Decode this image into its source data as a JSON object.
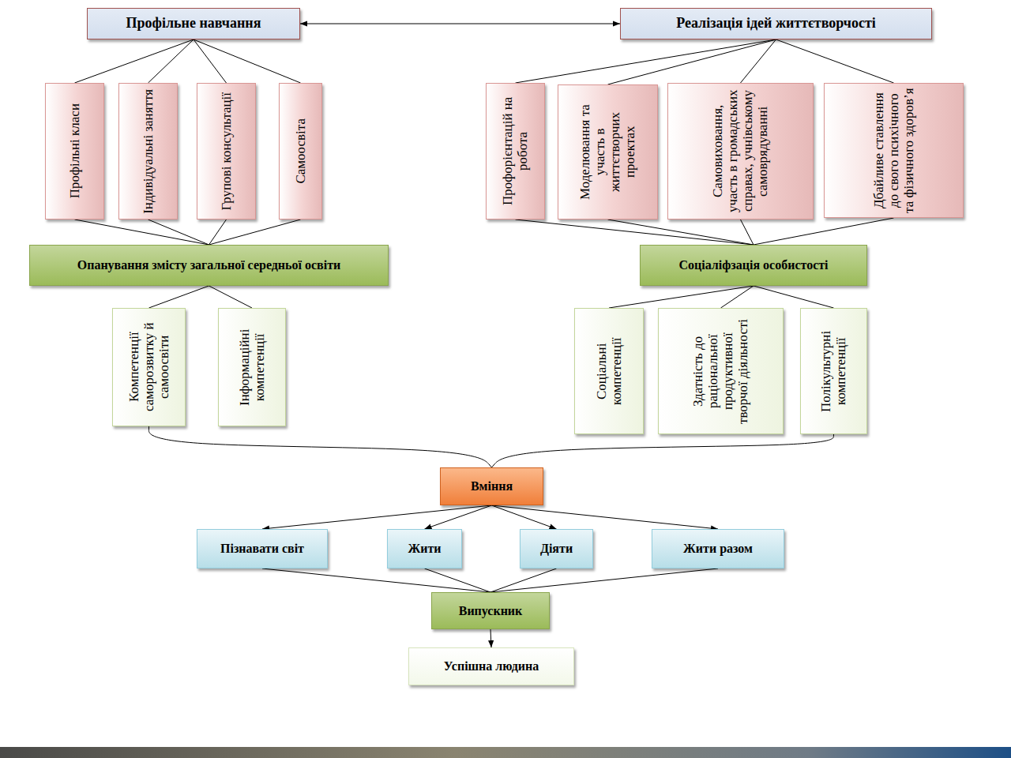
{
  "diagram": {
    "nodes": [
      {
        "text": [
          "Профільне навчання"
        ]
      },
      {
        "text": [
          "Реалізація ідей життєтворчості"
        ]
      },
      {
        "text": [
          "Профільні класи"
        ]
      },
      {
        "text": [
          "Індивідуальні заняття"
        ]
      },
      {
        "text": [
          "Групові консультації"
        ]
      },
      {
        "text": [
          "Самоосвіта"
        ]
      },
      {
        "text": [
          "Профорієнтацій на робота"
        ]
      },
      {
        "text": [
          "Моделювання та участь в життєтворчих проектах"
        ]
      },
      {
        "text": [
          "Самовиховання, участь в громадських справах, учнівському самоврядуванні"
        ]
      },
      {
        "text": [
          "Дбайливе ставлення до свого психічного та фізичного здоров’я"
        ]
      },
      {
        "text": [
          "Опанування змісту загальної середньої освіти"
        ]
      },
      {
        "text": [
          "Соціаліфзація особистості"
        ]
      },
      {
        "text": [
          "Компетенції саморозвитку й самоосвіти"
        ]
      },
      {
        "text": [
          "Інформаційні компетенції"
        ]
      },
      {
        "text": [
          "Соціальні компетенції"
        ]
      },
      {
        "text": [
          "Здатність до раціональної продуктивної творчої діяльності"
        ]
      },
      {
        "text": [
          "Полікультурні компетенції"
        ]
      },
      {
        "text": [
          "Вміння"
        ]
      },
      {
        "text": [
          "Пізнавати світ"
        ]
      },
      {
        "text": [
          "Жити"
        ]
      },
      {
        "text": [
          "Діяти"
        ]
      },
      {
        "text": [
          "Жити разом"
        ]
      },
      {
        "text": [
          "Випускник"
        ]
      },
      {
        "text": [
          "Успішна людина"
        ]
      }
    ],
    "edges": [
      {
        "from": 0,
        "to": 1,
        "arrow": "both"
      },
      {
        "from": 0,
        "to": 2,
        "arrow": "none"
      },
      {
        "from": 0,
        "to": 3,
        "arrow": "none"
      },
      {
        "from": 0,
        "to": 4,
        "arrow": "none"
      },
      {
        "from": 0,
        "to": 5,
        "arrow": "none"
      },
      {
        "from": 2,
        "to": 10,
        "arrow": "none"
      },
      {
        "from": 3,
        "to": 10,
        "arrow": "none"
      },
      {
        "from": 4,
        "to": 10,
        "arrow": "none"
      },
      {
        "from": 5,
        "to": 10,
        "arrow": "none"
      },
      {
        "from": 1,
        "to": 6,
        "arrow": "none"
      },
      {
        "from": 1,
        "to": 7,
        "arrow": "none"
      },
      {
        "from": 1,
        "to": 8,
        "arrow": "none"
      },
      {
        "from": 1,
        "to": 9,
        "arrow": "none"
      },
      {
        "from": 6,
        "to": 11,
        "arrow": "none"
      },
      {
        "from": 7,
        "to": 11,
        "arrow": "none"
      },
      {
        "from": 8,
        "to": 11,
        "arrow": "none"
      },
      {
        "from": 9,
        "to": 11,
        "arrow": "none"
      },
      {
        "from": 10,
        "to": 12,
        "arrow": "none"
      },
      {
        "from": 10,
        "to": 13,
        "arrow": "none"
      },
      {
        "from": 11,
        "to": 14,
        "arrow": "none"
      },
      {
        "from": 11,
        "to": 15,
        "arrow": "none"
      },
      {
        "from": 11,
        "to": 16,
        "arrow": "none"
      },
      {
        "from": 12,
        "to": 17,
        "arrow": "none"
      },
      {
        "from": 16,
        "to": 17,
        "arrow": "none"
      },
      {
        "from": 17,
        "to": 18,
        "arrow": "to"
      },
      {
        "from": 17,
        "to": 19,
        "arrow": "to"
      },
      {
        "from": 17,
        "to": 20,
        "arrow": "to"
      },
      {
        "from": 17,
        "to": 21,
        "arrow": "to"
      },
      {
        "from": 18,
        "to": 22,
        "arrow": "none"
      },
      {
        "from": 19,
        "to": 22,
        "arrow": "none"
      },
      {
        "from": 20,
        "to": 22,
        "arrow": "none"
      },
      {
        "from": 21,
        "to": 22,
        "arrow": "none"
      },
      {
        "from": 22,
        "to": 23,
        "arrow": "to"
      }
    ]
  }
}
